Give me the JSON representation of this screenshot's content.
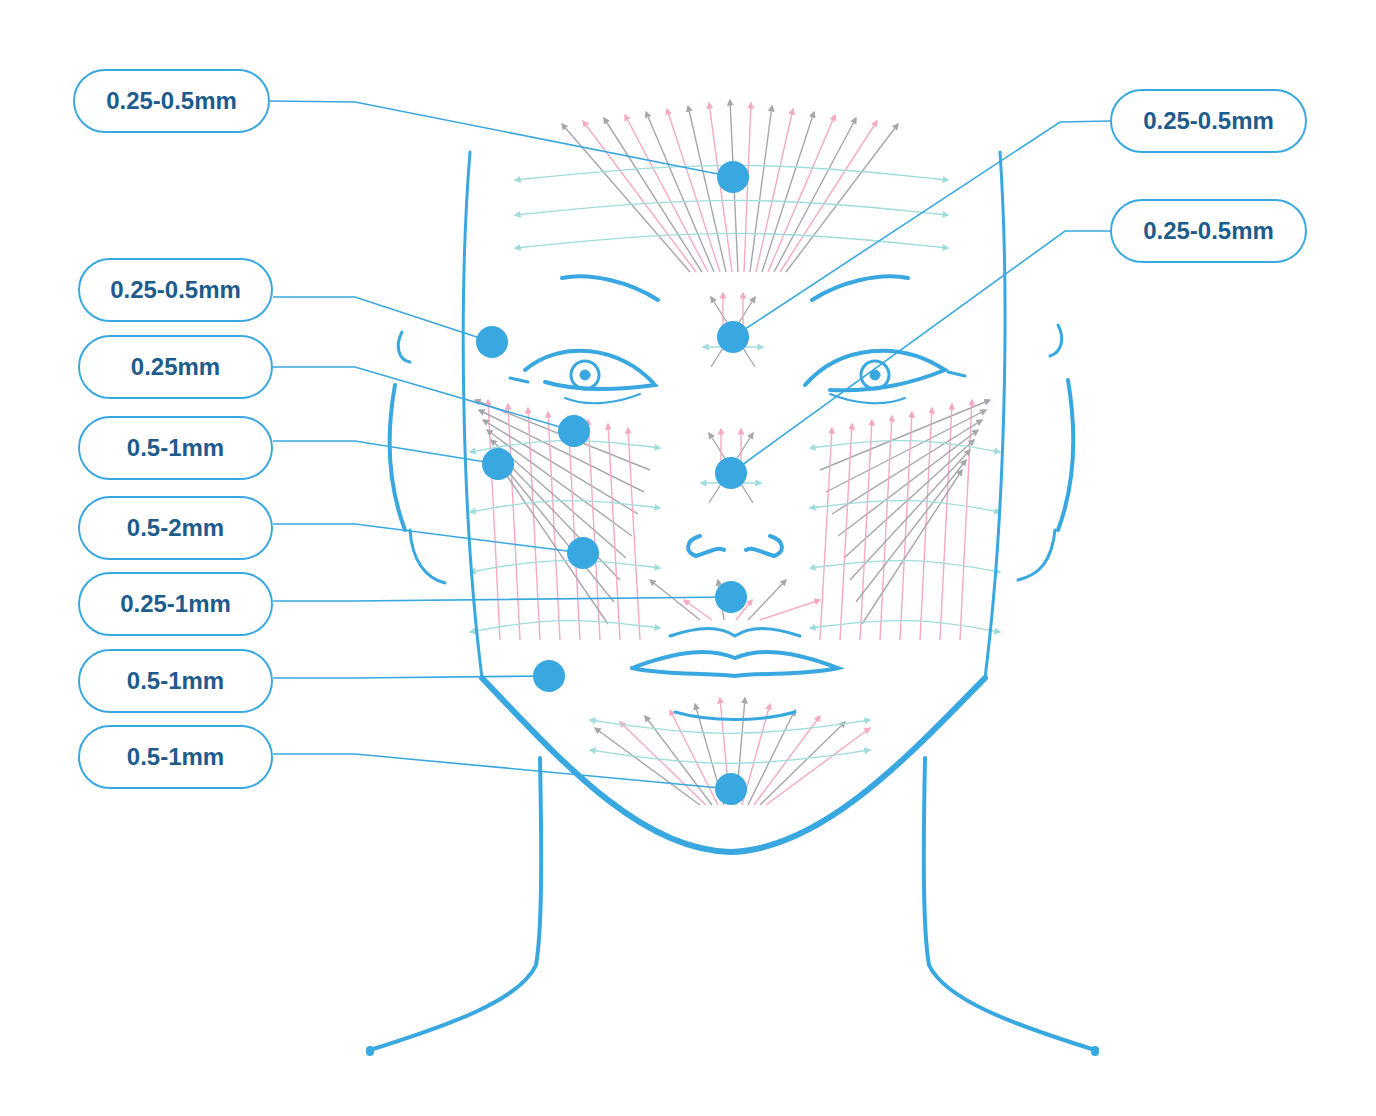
{
  "diagram": {
    "nodes": [
      {
        "text": [
          "0.25-0.5mm"
        ]
      },
      {
        "text": [
          "0.25-0.5mm"
        ]
      },
      {
        "text": [
          "0.25-0.5mm"
        ]
      },
      {
        "text": [
          "0.25-0.5mm"
        ]
      },
      {
        "text": [
          "0.25mm"
        ]
      },
      {
        "text": [
          "0.5-1mm"
        ]
      },
      {
        "text": [
          "0.5-2mm"
        ]
      },
      {
        "text": [
          "0.25-1mm"
        ]
      },
      {
        "text": [
          "0.5-1mm"
        ]
      },
      {
        "text": [
          "0.5-1mm"
        ]
      }
    ]
  }
}
